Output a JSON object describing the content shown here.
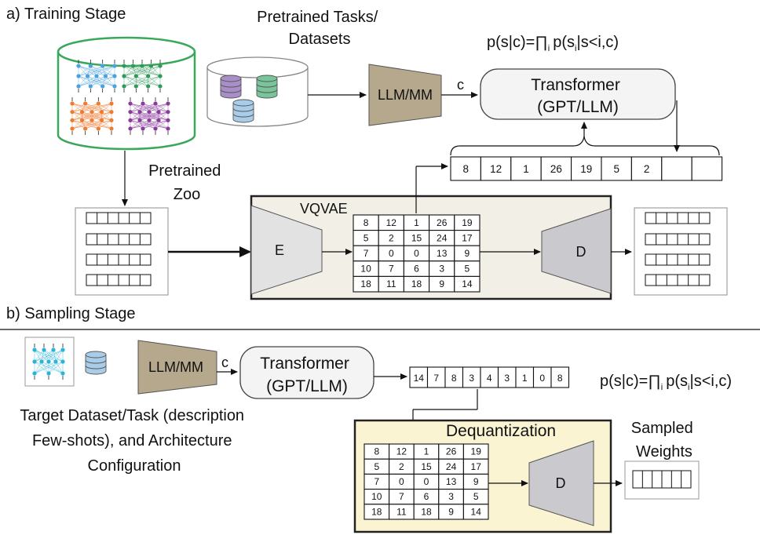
{
  "sections": {
    "training_title": "a)  Training Stage",
    "sampling_title": "b) Sampling Stage"
  },
  "training": {
    "pretrained_tasks": [
      "Pretrained Tasks/",
      "Datasets"
    ],
    "pretrained_zoo": [
      "Pretrained",
      "Zoo"
    ],
    "llm": "LLM/MM",
    "cond": "c",
    "transformer": [
      "Transformer",
      "(GPT/LLM)"
    ],
    "vqvae": "VQVAE",
    "encoder": "E",
    "decoder": "D",
    "sequence": [
      "8",
      "12",
      "1",
      "26",
      "19",
      "5",
      "2",
      "",
      ""
    ],
    "grid": [
      [
        "8",
        "12",
        "1",
        "26",
        "19"
      ],
      [
        "5",
        "2",
        "15",
        "24",
        "17"
      ],
      [
        "7",
        "0",
        "0",
        "13",
        "9"
      ],
      [
        "10",
        "7",
        "6",
        "3",
        "5"
      ],
      [
        "18",
        "11",
        "18",
        "9",
        "14"
      ]
    ]
  },
  "formula": {
    "p": "p(s|c)=",
    "prod": "∏",
    "sub_i": "i",
    "rest1": "p(s",
    "rest2": "|s<i,c)"
  },
  "sampling": {
    "target_text": [
      "Target Dataset/Task (description",
      "Few-shots), and Architecture",
      "Configuration"
    ],
    "llm": "LLM/MM",
    "cond": "c",
    "transformer": [
      "Transformer",
      "(GPT/LLM)"
    ],
    "sequence": [
      "14",
      "7",
      "8",
      "3",
      "4",
      "3",
      "1",
      "0",
      "8"
    ],
    "dequant": "Dequantization",
    "decoder": "D",
    "sampled": [
      "Sampled",
      "Weights"
    ],
    "grid": [
      [
        "8",
        "12",
        "1",
        "26",
        "19"
      ],
      [
        "5",
        "2",
        "15",
        "24",
        "17"
      ],
      [
        "7",
        "0",
        "0",
        "13",
        "9"
      ],
      [
        "10",
        "7",
        "6",
        "3",
        "5"
      ],
      [
        "18",
        "11",
        "18",
        "9",
        "14"
      ]
    ]
  },
  "colors": {
    "zoo_border": "#3aa85a",
    "llm_fill": "#b5a88c",
    "vqvae_fill": "#f1efe6",
    "dequant_fill": "#fbf4d3",
    "encoder_fill": "#e2e2e2",
    "decoder_fill": "#c9c9ce",
    "transformer_fill": "#f4f4f4",
    "db_purple": "#a98fc7",
    "db_green": "#79c49a",
    "db_blue": "#a9cde9",
    "net_blue": "#4aa3e0",
    "net_green": "#2f9a5a",
    "net_orange": "#ee7b2f",
    "net_purple": "#8a3b9c",
    "net_cyan": "#29b4d8"
  }
}
